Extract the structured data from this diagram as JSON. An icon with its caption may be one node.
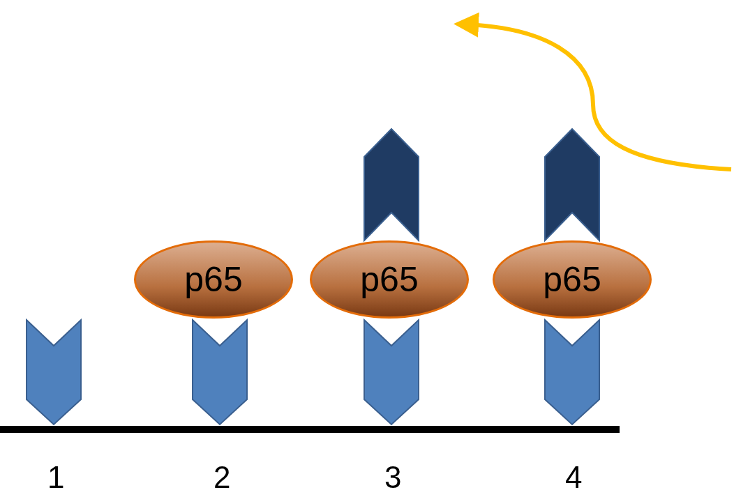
{
  "diagram": {
    "nodes": [
      {
        "text": [
          "p65"
        ]
      },
      {
        "text": [
          "p65"
        ]
      },
      {
        "text": [
          "p65"
        ]
      },
      {
        "text": [],
        "shape": "chevron"
      },
      {
        "text": [],
        "shape": "chevron"
      },
      {
        "text": [],
        "shape": "chevron"
      },
      {
        "text": [],
        "shape": "chevron"
      },
      {
        "text": [],
        "shape": "chevron"
      },
      {
        "text": [],
        "shape": "chevron"
      }
    ],
    "labels": [
      "1",
      "2",
      "3",
      "4"
    ]
  }
}
